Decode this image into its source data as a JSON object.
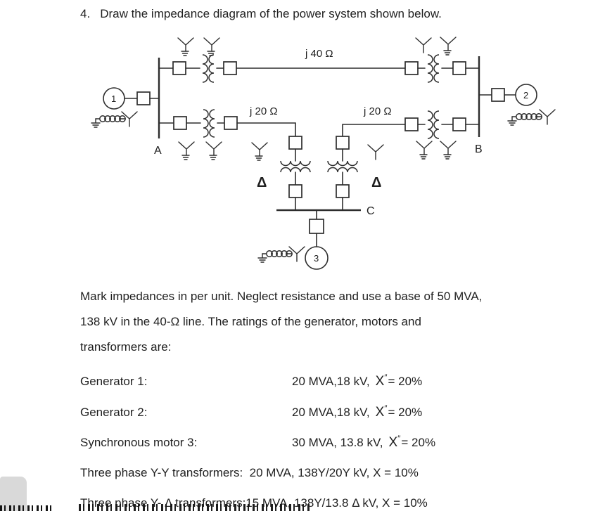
{
  "page": {
    "background": "#ffffff",
    "ink": "#2d2d2d",
    "tab_gray": "#d9d9d9"
  },
  "title": {
    "number": "4.",
    "text": "Draw the impedance diagram of the power system shown below."
  },
  "diagram": {
    "bus_a": "A",
    "bus_b": "B",
    "bus_c": "C",
    "gen1": "1",
    "gen2": "2",
    "motor3": "3",
    "line_40": "j 40 Ω",
    "line_20_left": "j 20 Ω",
    "line_20_right": "j 20 Ω",
    "delta_left": "Δ",
    "delta_right": "Δ"
  },
  "paragraph": {
    "line1": "Mark impedances in per unit. Neglect resistance and use a base of 50 MVA,",
    "line2": "138 kV in the 40-Ω line. The ratings of the generator, motors and",
    "line3": "transformers are:"
  },
  "ratings": {
    "row1": {
      "label": "Generator 1:",
      "spec": "20 MVA,18 kV,",
      "sym": "X",
      "sup": "″",
      "eq": "= 20%"
    },
    "row2": {
      "label": "Generator 2:",
      "spec": "20 MVA,18 kV,",
      "sym": "X",
      "sup": "″",
      "eq": "= 20%"
    },
    "row3": {
      "label": "Synchronous motor 3:",
      "spec": "30 MVA, 13.8 kV,",
      "sym": "X",
      "sup": "″",
      "eq": "= 20%"
    },
    "line_yy": "Three phase Y-Y transformers:  20 MVA, 138Y/20Y kV, X = 10%",
    "line_yd": "Three phase Y- Δ transformers:15 MVA, 138Y/13.8 Δ kV, X = 10%"
  }
}
